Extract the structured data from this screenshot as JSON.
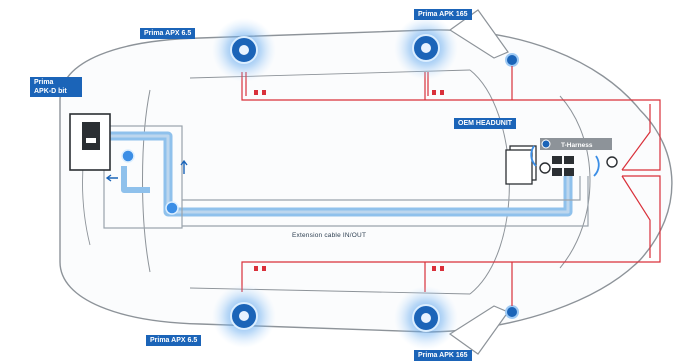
{
  "caption": "",
  "speakers": {
    "front_left": "Prima APX 6.5",
    "front_right": "Prima APK 165",
    "rear_left": "Prima APX 6.5",
    "rear_right": "Prima APK 165"
  },
  "amplifier": {
    "label_line1": "Prima",
    "label_line2": "APK-D bit"
  },
  "head_unit": {
    "label": "OEM HEADUNIT"
  },
  "interface": {
    "label": "T-Harness"
  },
  "cable": {
    "label": "Extension cable IN/OUT"
  },
  "colors": {
    "callout": "#1b64b8",
    "speaker_glow": "#3b8ee6",
    "signal_wire": "#d9303a",
    "extension_cable": "#8fc1ec",
    "car_outline": "#8d9399"
  }
}
